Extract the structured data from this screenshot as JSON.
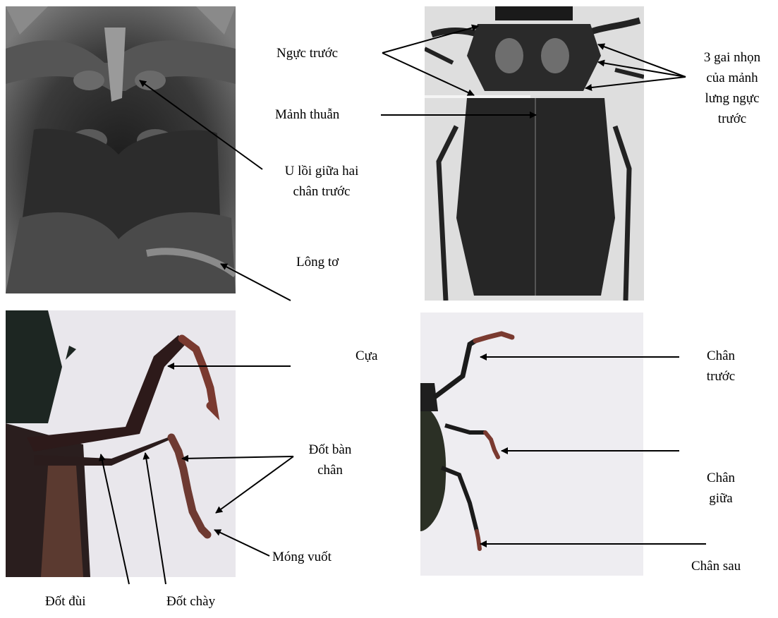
{
  "labels": {
    "nguc_truoc": "Ngực trước",
    "gai_nhon": [
      "3 gai nhọn",
      "của mảnh",
      "lưng ngực",
      "trước"
    ],
    "manh_thuan": "Mảnh thuẫn",
    "u_loi": [
      "U lồi giữa hai",
      "chân trước"
    ],
    "long_to": "Lông tơ",
    "cua": "Cựa",
    "dot_ban_chan": [
      "Đốt bàn",
      "chân"
    ],
    "mong_vuot": "Móng vuốt",
    "dot_dui": "Đốt đùi",
    "dot_chay": "Đốt chày",
    "chan_truoc": [
      "Chân",
      "trước"
    ],
    "chan_giua": [
      "Chân",
      "giữa"
    ],
    "chan_sau": "Chân sau"
  },
  "photos": {
    "beetle_ventral": "underside of beetle thorax (grayscale photo)",
    "beetle_dorsal": "top view of longhorn beetle (grayscale photo)",
    "leg_closeup": "close-up of beetle legs (color photo)",
    "legs_side": "side view of beetle with three legs (color photo)"
  }
}
